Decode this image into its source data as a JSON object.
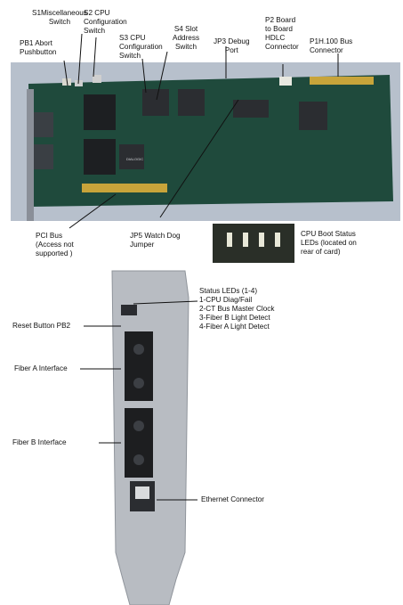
{
  "labels": {
    "s1": "S1Miscellaneous\nSwitch",
    "s2": "S2 CPU\nConfiguration\nSwitch",
    "pb1": "PB1 Abort\nPushbutton",
    "s3": "S3 CPU\nConfiguration\nSwitch",
    "s4": "S4 Slot\nAddress\nSwitch",
    "jp3": "JP3 Debug\nPort",
    "p2": "P2 Board\nto Board\nHDLC\nConnector",
    "p1": "P1H.100 Bus\nConnector",
    "pci": "PCI Bus\n(Access not\nsupported )",
    "jp5": "JP5 Watch Dog\nJumper",
    "cpu_leds": "CPU Boot Status\nLEDs (located on\nrear of card)",
    "status_leds": "Status LEDs (1-4)\n1-CPU Diag/Fail\n2-CT Bus Master Clock\n3-Fiber B Light Detect\n4-Fiber A Light Detect",
    "reset": "Reset Button PB2",
    "fiber_a": "Fiber A Interface",
    "fiber_b": "Fiber B Interface",
    "ethernet": "Ethernet Connector"
  },
  "chip_text": "DIALOGIC",
  "colors": {
    "background": "#ffffff",
    "backdrop": "#b7c0cc",
    "pcb": "#1f4a3c",
    "gold": "#c8a43a",
    "bracket": "#b8bcc2",
    "led_strip": "#2a2f28"
  }
}
